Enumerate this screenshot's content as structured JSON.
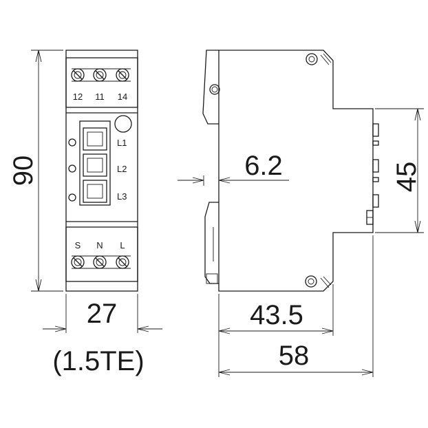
{
  "front_view": {
    "terminal_labels_top": [
      "12",
      "11",
      "14"
    ],
    "terminal_labels_bottom": [
      "S",
      "N",
      "L"
    ],
    "module_labels": [
      "L1",
      "L2",
      "L3"
    ]
  },
  "dimensions": {
    "height": "90",
    "width": "27",
    "width_units": "(1.5TE)",
    "rail_offset": "6.2",
    "depth_front": "43.5",
    "depth_total": "58",
    "rail_height": "45"
  }
}
